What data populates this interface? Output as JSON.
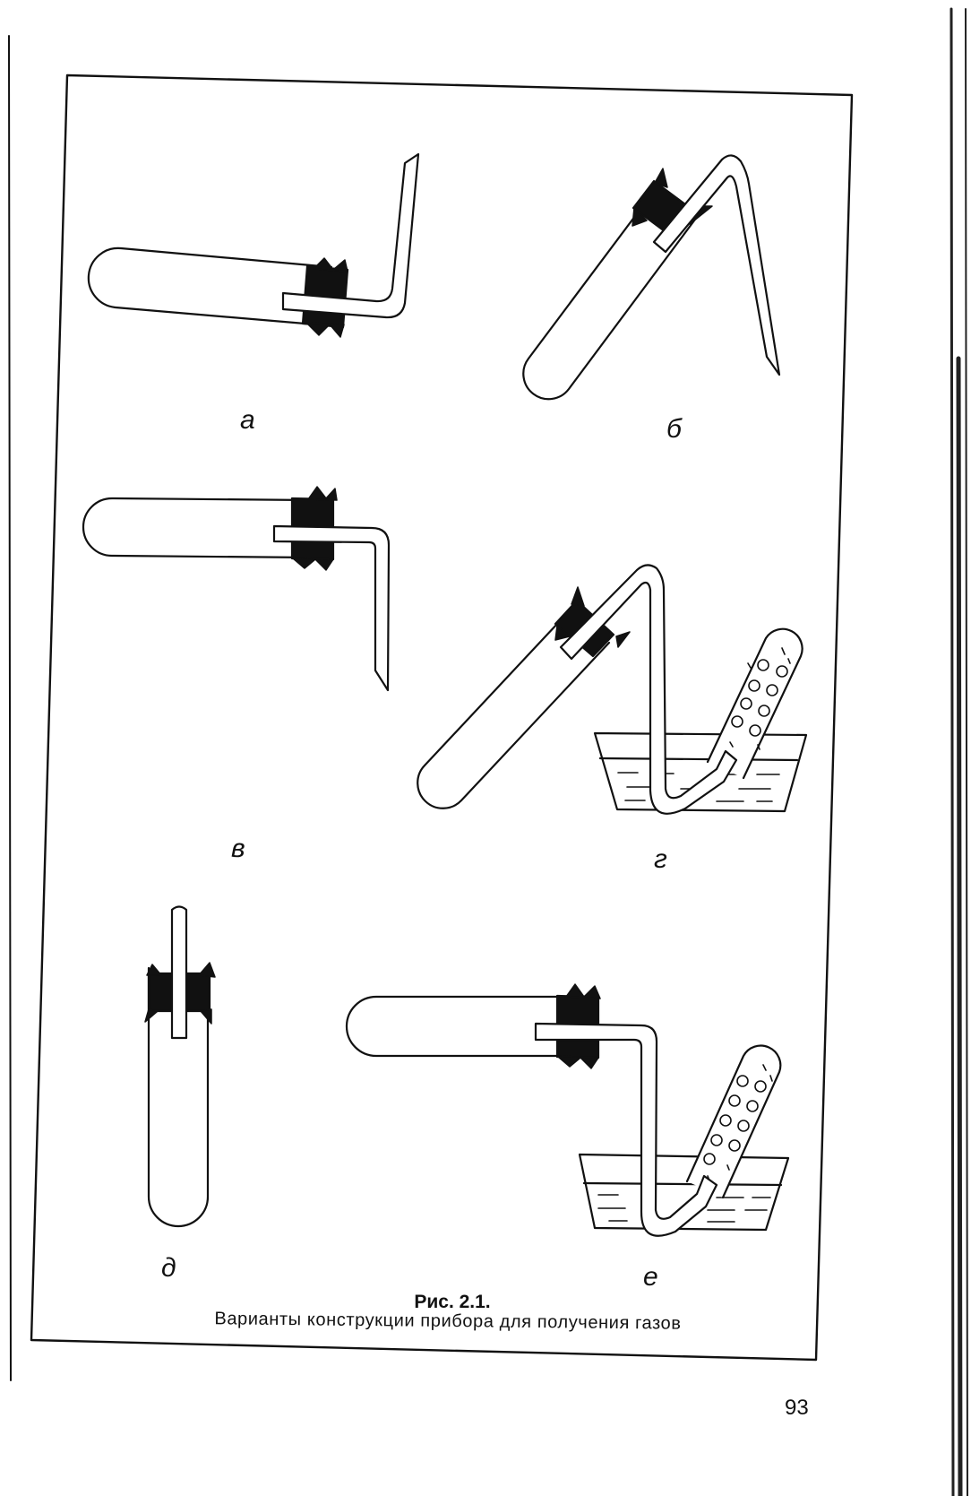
{
  "figure": {
    "labels": {
      "a": "а",
      "b": "б",
      "v": "в",
      "g": "г",
      "d": "д",
      "e": "е"
    },
    "caption_title": "Рис. 2.1.",
    "caption_text": "Варианты конструкции прибора для получения газов"
  },
  "page_number": "93"
}
